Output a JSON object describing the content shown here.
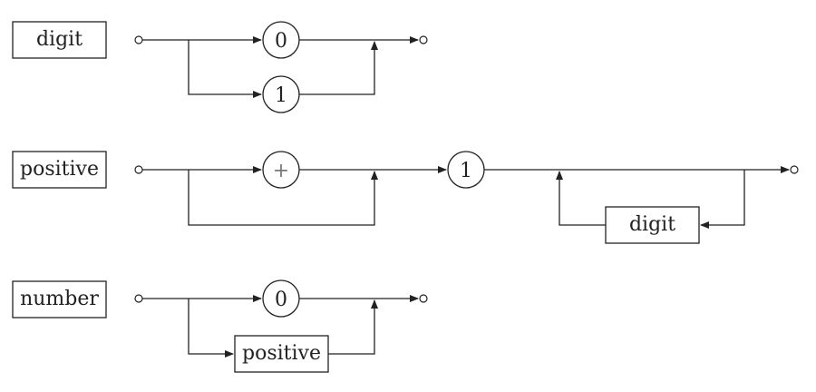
{
  "rules": [
    {
      "name": "digit",
      "alt1": "0",
      "alt2": "1"
    },
    {
      "name": "positive",
      "optional": "+",
      "required": "1",
      "repeat": "digit"
    },
    {
      "name": "number",
      "alt1": "0",
      "alt2": "positive"
    }
  ]
}
